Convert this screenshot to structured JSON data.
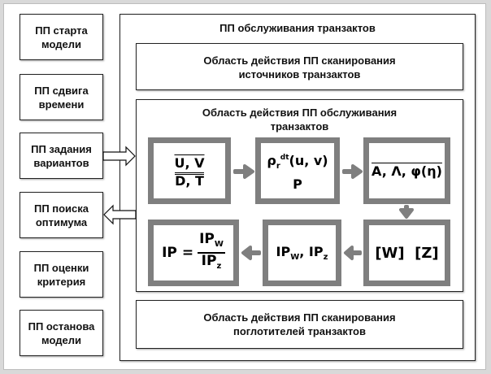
{
  "left_column": [
    {
      "id": "start",
      "label": "ПП старта\nмодели"
    },
    {
      "id": "shift",
      "label": "ПП сдвига\nвремени"
    },
    {
      "id": "variants",
      "label": "ПП задания\nвариантов"
    },
    {
      "id": "search",
      "label": "ПП поиска\nоптимума"
    },
    {
      "id": "criterion",
      "label": "ПП оценки\nкритерия"
    },
    {
      "id": "stop",
      "label": "ПП останова\nмодели"
    }
  ],
  "service": {
    "title": "ПП обслуживания транзактов",
    "scan_sources": "Область действия ПП сканирования\nисточников транзактов",
    "service_area": "Область действия ПП обслуживания\nтранзактов",
    "scan_absorbers": "Область действия ПП сканирования\nпоглотителей транзактов"
  },
  "blocks": {
    "b1_top": "U, V",
    "b1_bottom": "D, T",
    "b2_rho": "ρ",
    "b2_sub": "r",
    "b2_sup": "dt",
    "b2_args": "(u, v)",
    "b2_bottom": "P",
    "b3_text": "A, Λ, φ(η)",
    "b4_text": "[W]  [Z]",
    "b5_ip": "IP",
    "b5_sub_w": "W",
    "b5_sep": ", ",
    "b5_sub_z": "z",
    "b6_lhs": "IP =",
    "b6_num": "IP",
    "b6_num_sub": "W",
    "b6_den": "IP",
    "b6_den_sub": "z"
  },
  "colors": {
    "block_border": "#7f7f7f",
    "arrow": "#7f7f7f",
    "background": "#d9d9d9"
  }
}
